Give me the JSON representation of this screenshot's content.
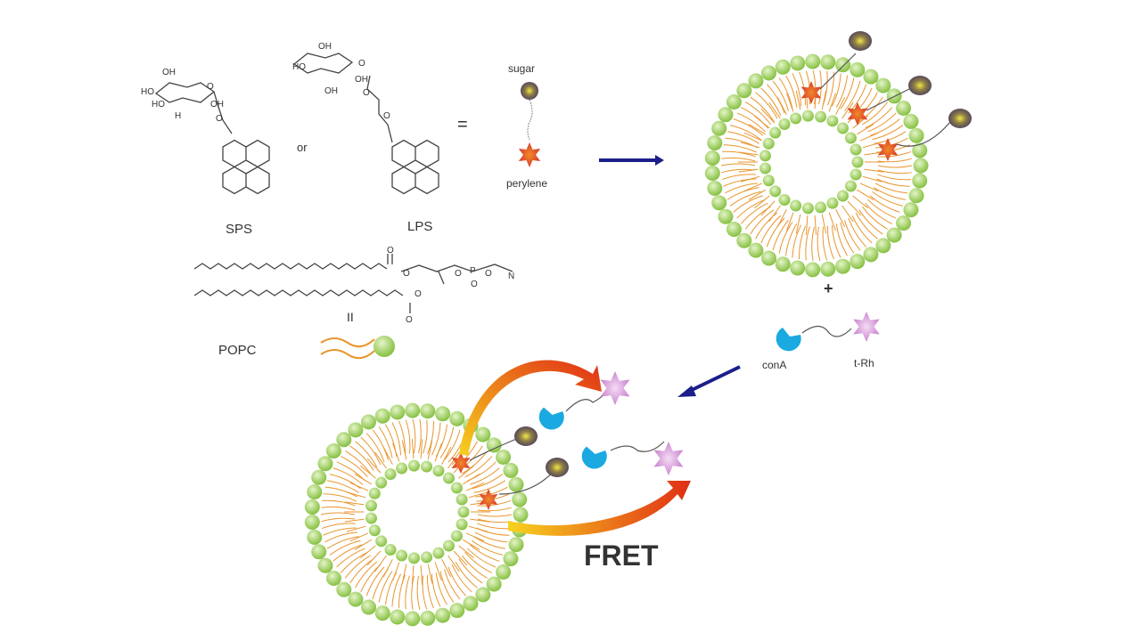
{
  "labels": {
    "sugar": "sugar",
    "perylene": "perylene",
    "sps": "SPS",
    "lps": "LPS",
    "or": "or",
    "equals": "=",
    "popc": "POPC",
    "equals_rotated": "II",
    "plus": "+",
    "cona": "conA",
    "trh": "t-Rh",
    "fret": "FRET"
  },
  "atoms": {
    "oh": "OH",
    "ho": "HO",
    "h": "H",
    "o": "O",
    "n": "N",
    "p": "P"
  },
  "colors": {
    "bead": "#9ccf5a",
    "tail": "#e8962e",
    "star": "#e2452c",
    "sugar": "#6b5a3c",
    "cona": "#1aa9e0",
    "trh": "#d78ed8",
    "arrow": "#1b1f8a",
    "fret_from": "#f5d020",
    "fret_to": "#e03a1a"
  }
}
